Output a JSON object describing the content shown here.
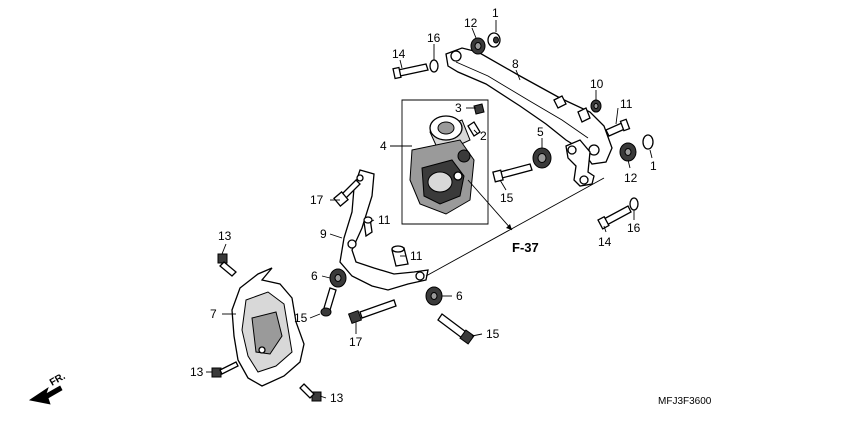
{
  "diagram": {
    "reference": "F-37",
    "drawing_code": "MFJ3F3600",
    "direction_label": "FR.",
    "callouts": [
      {
        "id": "c1a",
        "label": "1"
      },
      {
        "id": "c12a",
        "label": "12"
      },
      {
        "id": "c16a",
        "label": "16"
      },
      {
        "id": "c14a",
        "label": "14"
      },
      {
        "id": "c8",
        "label": "8"
      },
      {
        "id": "c10",
        "label": "10"
      },
      {
        "id": "c11a",
        "label": "11"
      },
      {
        "id": "c3",
        "label": "3"
      },
      {
        "id": "c2",
        "label": "2"
      },
      {
        "id": "c4",
        "label": "4"
      },
      {
        "id": "c5",
        "label": "5"
      },
      {
        "id": "c12b",
        "label": "12"
      },
      {
        "id": "c1b",
        "label": "1"
      },
      {
        "id": "c15a",
        "label": "15"
      },
      {
        "id": "c17a",
        "label": "17"
      },
      {
        "id": "c11b",
        "label": "11"
      },
      {
        "id": "c9",
        "label": "9"
      },
      {
        "id": "c11c",
        "label": "11"
      },
      {
        "id": "c14b",
        "label": "14"
      },
      {
        "id": "c16b",
        "label": "16"
      },
      {
        "id": "c13a",
        "label": "13"
      },
      {
        "id": "c6a",
        "label": "6"
      },
      {
        "id": "c6b",
        "label": "6"
      },
      {
        "id": "c7",
        "label": "7"
      },
      {
        "id": "c15b",
        "label": "15"
      },
      {
        "id": "c17b",
        "label": "17"
      },
      {
        "id": "c15c",
        "label": "15"
      },
      {
        "id": "c13b",
        "label": "13"
      },
      {
        "id": "c13c",
        "label": "13"
      }
    ]
  }
}
